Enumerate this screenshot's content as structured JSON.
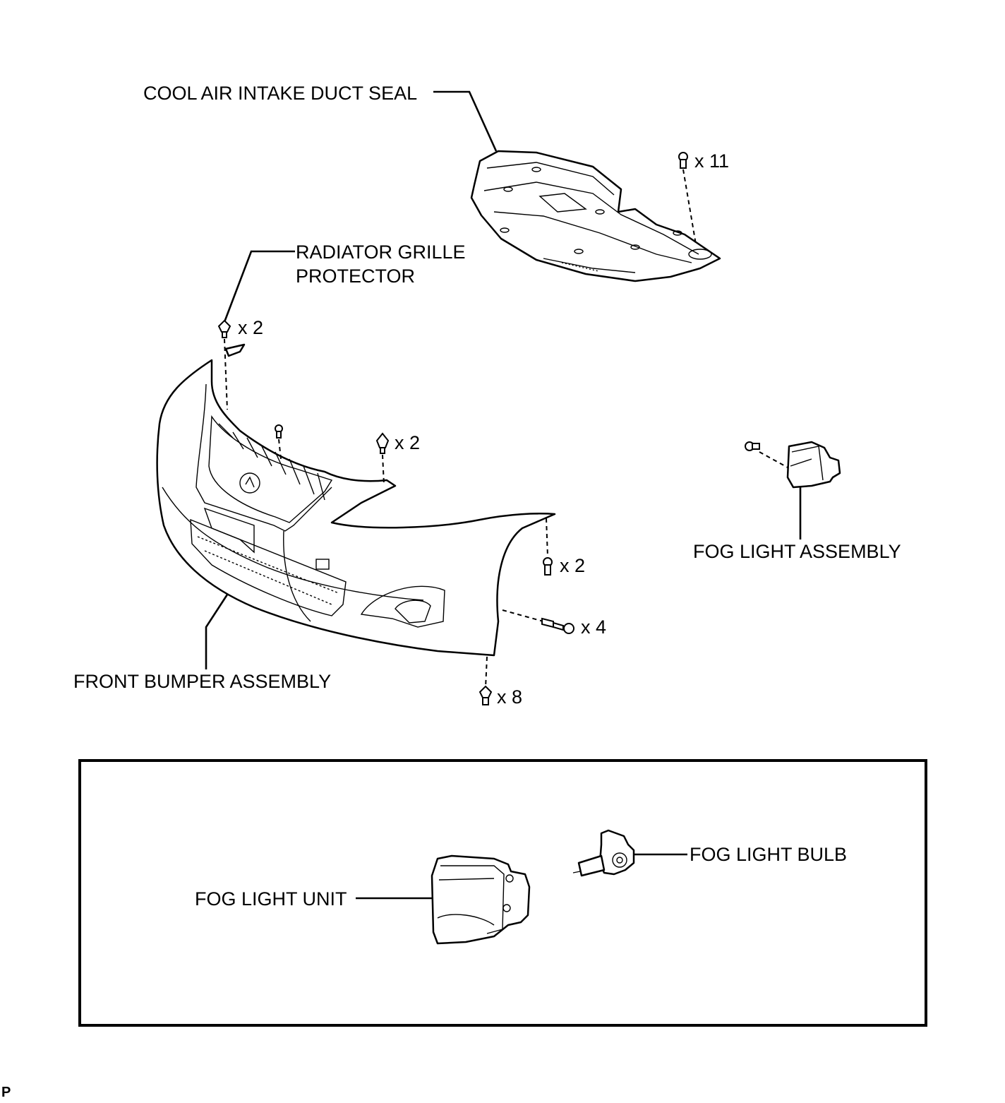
{
  "labels": {
    "cool_air_intake_duct_seal": "COOL AIR INTAKE DUCT SEAL",
    "radiator_grille_protector_line1": "RADIATOR GRILLE",
    "radiator_grille_protector_line2": "PROTECTOR",
    "fog_light_assembly": "FOG LIGHT ASSEMBLY",
    "front_bumper_assembly": "FRONT BUMPER ASSEMBLY",
    "fog_light_unit": "FOG LIGHT UNIT",
    "fog_light_bulb": "FOG LIGHT BULB"
  },
  "quantities": {
    "duct_seal_clips": "x 11",
    "protector_clips": "x 2",
    "grille_top_clips": "x 2",
    "side_screws": "x 2",
    "side_bolts": "x 4",
    "bottom_screws": "x 8"
  },
  "corner_code": "P"
}
